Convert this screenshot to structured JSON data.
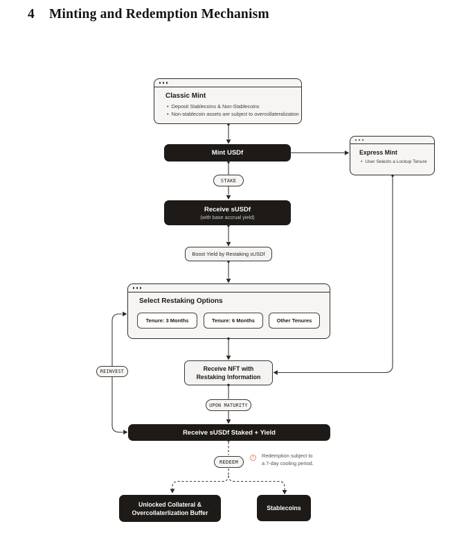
{
  "section": {
    "number": "4",
    "title": "Minting and Redemption Mechanism"
  },
  "colors": {
    "dark_node": "#1d1a17",
    "light_node_bg": "#f6f5f3",
    "node_border": "#2f2c28",
    "wire": "#3a3733",
    "warning_accent": "#dd8a6a",
    "note_text": "#52504d"
  },
  "diagram": {
    "classic_mint": {
      "title": "Classic Mint",
      "bullet_marker": "•",
      "bullets": [
        "Deposit Stablecoins & Non-Stablecoins",
        "Non-stablecoin assets are subject to overcollateralization"
      ]
    },
    "mint_usdf": {
      "label": "Mint USDf"
    },
    "express_mint": {
      "title": "Express Mint",
      "bullet_marker": "•",
      "bullets": [
        "User Selects a Lockup Tenure"
      ]
    },
    "stake_pill": "STAKE",
    "receive_susdf": {
      "label": "Receive sUSDf",
      "sublabel": "(with base accrual yield)"
    },
    "boost_yield": {
      "label": "Boost Yield by Restaking sUSDf"
    },
    "select_restaking": {
      "title": "Select Restaking Options",
      "options": [
        "Tenure: 3 Months",
        "Tenure: 6 Months",
        "Other Tenures"
      ]
    },
    "receive_nft": {
      "line1": "Receive NFT with",
      "line2": "Restaking Information"
    },
    "upon_maturity_pill": "UPON MATURITY",
    "receive_staked": {
      "label": "Receive sUSDf Staked + Yield"
    },
    "reinvest_pill": "REINVEST",
    "redeem_pill": "REDEEM",
    "redemption_note": {
      "icon_glyph": "!",
      "line1": "Redemption subject to",
      "line2": "a 7-day cooling period."
    },
    "unlocked_collateral": {
      "line1": "Unlocked Collateral &",
      "line2": "Overcollaterlization Buffer"
    },
    "stablecoins": {
      "label": "Stablecoins"
    }
  }
}
